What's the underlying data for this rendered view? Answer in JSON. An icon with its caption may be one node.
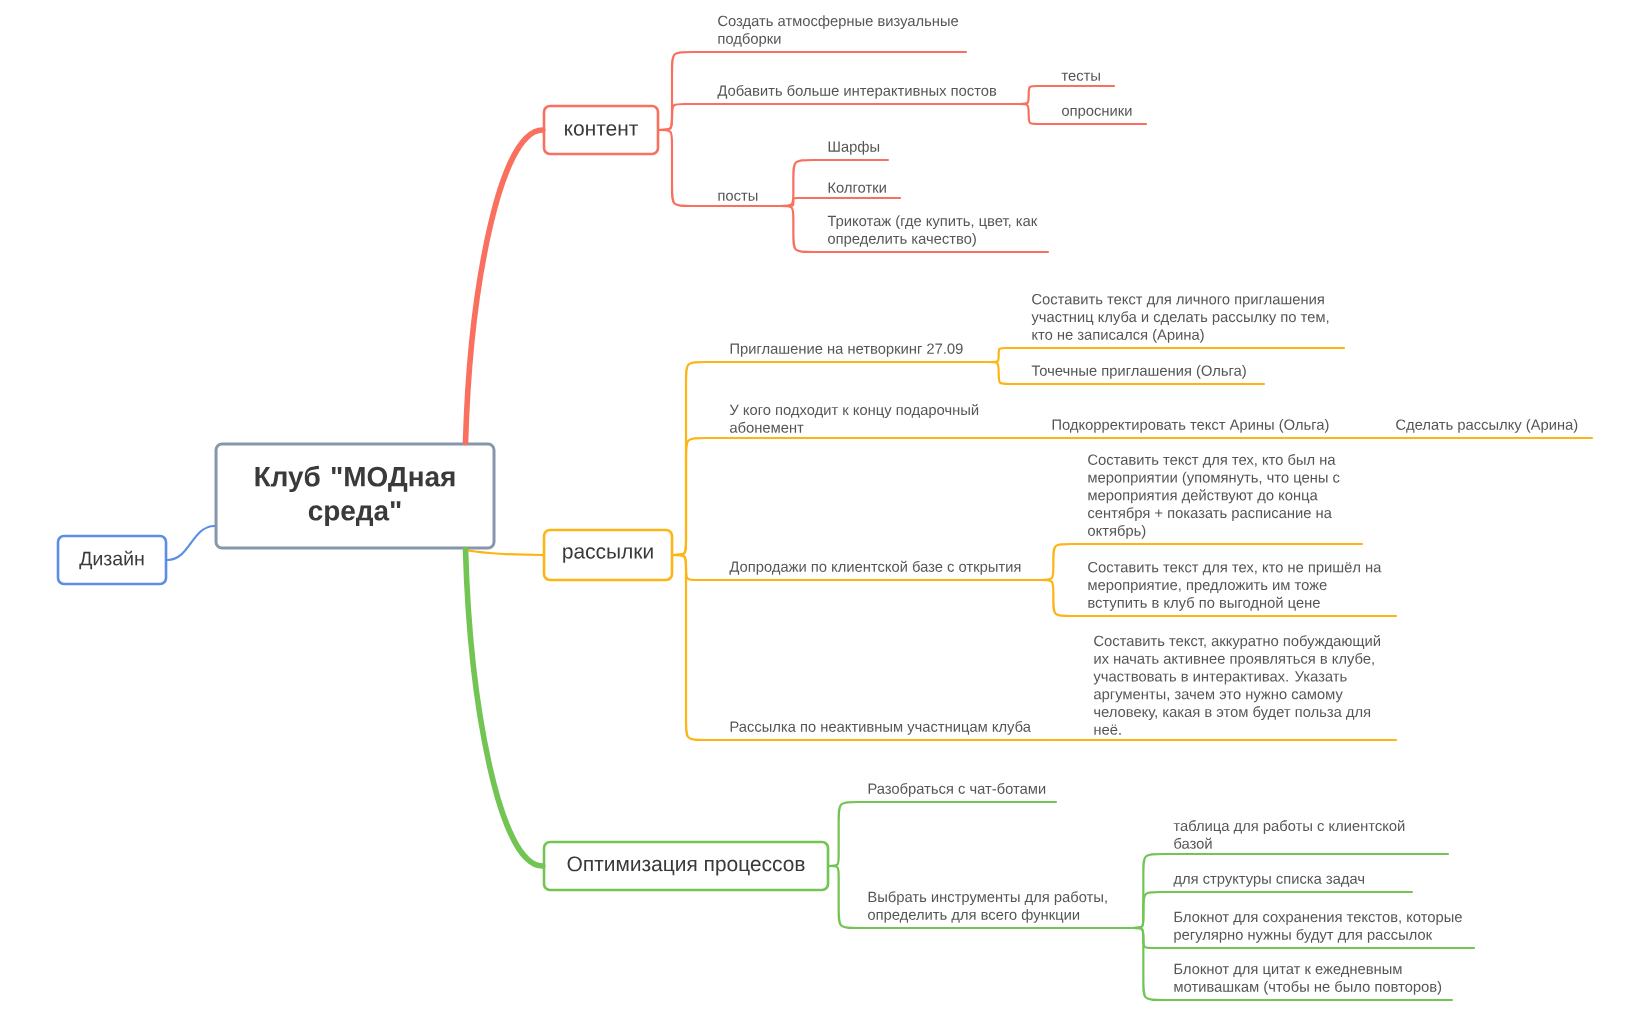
{
  "diagram": {
    "nodes": [
      {
        "text": [
          "Клуб \"МОДная среда\""
        ]
      },
      {
        "text": [
          "Дизайн"
        ]
      },
      {
        "text": [
          "контент"
        ]
      },
      {
        "text": [
          "Создать атмосферные визуальные подборки"
        ]
      },
      {
        "text": [
          "Добавить больше интерактивных постов"
        ]
      },
      {
        "text": [
          "тесты"
        ]
      },
      {
        "text": [
          "опросники"
        ]
      },
      {
        "text": [
          "посты"
        ]
      },
      {
        "text": [
          "Шарфы"
        ]
      },
      {
        "text": [
          "Колготки"
        ]
      },
      {
        "text": [
          "Трикотаж (где купить, цвет, как определить качество)"
        ]
      },
      {
        "text": [
          "рассылки"
        ]
      },
      {
        "text": [
          "Приглашение на нетворкинг 27.09"
        ]
      },
      {
        "text": [
          "Составить текст для личного приглашения участниц клуба и сделать рассылку по тем, кто не записался (Арина)"
        ]
      },
      {
        "text": [
          "Точечные приглашения (Ольга)"
        ]
      },
      {
        "text": [
          "У кого подходит к концу подарочный абонемент"
        ]
      },
      {
        "text": [
          "Подкорректировать текст Арины (Ольга)"
        ]
      },
      {
        "text": [
          "Сделать рассылку (Арина)"
        ]
      },
      {
        "text": [
          "Допродажи по клиентской базе с открытия"
        ]
      },
      {
        "text": [
          "Составить текст для тех, кто был на мероприятии (упомянуть, что цены с мероприятия действуют до конца сентября + показать расписание на октябрь)"
        ]
      },
      {
        "text": [
          "Составить текст для тех, кто не пришёл на мероприятие, предложить им тоже вступить в клуб по выгодной цене"
        ]
      },
      {
        "text": [
          "Рассылка по неактивным участницам клуба"
        ]
      },
      {
        "text": [
          "Составить текст, аккуратно побуждающий их начать активнее проявляться в клубе, участвовать в интерактивах. Указать аргументы, зачем это нужно самому человеку, какая в этом будет польза для неё."
        ]
      },
      {
        "text": [
          "Оптимизация процессов"
        ]
      },
      {
        "text": [
          "Разобраться с чат-ботами"
        ]
      },
      {
        "text": [
          "Выбрать инструменты для работы, определить для всего функции"
        ]
      },
      {
        "text": [
          "таблица для работы с клиентской базой"
        ]
      },
      {
        "text": [
          "для структуры списка задач"
        ]
      },
      {
        "text": [
          "Блокнот для сохранения текстов, которые регулярно нужны будут для рассылок"
        ]
      },
      {
        "text": [
          "Блокнот для цитат к ежедневным мотивашкам (чтобы не было повторов)"
        ]
      }
    ],
    "edges": [
      {
        "from": 0,
        "to": 1,
        "arrow": "none",
        "color": "#5b8ee6"
      },
      {
        "from": 0,
        "to": 2,
        "arrow": "none",
        "style": "thick",
        "color": "#f9705f"
      },
      {
        "from": 0,
        "to": 11,
        "arrow": "none"
      },
      {
        "from": 0,
        "to": 23,
        "arrow": "none",
        "style": "thick",
        "color": "#72c453"
      },
      {
        "from": 2,
        "to": 3,
        "arrow": "none",
        "color": "#f9705f"
      },
      {
        "from": 2,
        "to": 4,
        "arrow": "none",
        "color": "#f9705f"
      },
      {
        "from": 2,
        "to": 7,
        "arrow": "none",
        "color": "#f9705f"
      },
      {
        "from": 4,
        "to": 5,
        "arrow": "none",
        "color": "#f9705f"
      },
      {
        "from": 4,
        "to": 6,
        "arrow": "none",
        "color": "#f9705f"
      },
      {
        "from": 7,
        "to": 8,
        "arrow": "none",
        "color": "#f9705f"
      },
      {
        "from": 7,
        "to": 9,
        "arrow": "none",
        "color": "#f9705f"
      },
      {
        "from": 7,
        "to": 10,
        "arrow": "none",
        "color": "#f9705f"
      },
      {
        "from": 11,
        "to": 12,
        "arrow": "none"
      },
      {
        "from": 11,
        "to": 15,
        "arrow": "none"
      },
      {
        "from": 11,
        "to": 18,
        "arrow": "none"
      },
      {
        "from": 11,
        "to": 21,
        "arrow": "none"
      },
      {
        "from": 12,
        "to": 13,
        "arrow": "none"
      },
      {
        "from": 12,
        "to": 14,
        "arrow": "none"
      },
      {
        "from": 15,
        "to": 16,
        "arrow": "none"
      },
      {
        "from": 16,
        "to": 17,
        "arrow": "none"
      },
      {
        "from": 18,
        "to": 19,
        "arrow": "none"
      },
      {
        "from": 18,
        "to": 20,
        "arrow": "none"
      },
      {
        "from": 21,
        "to": 22,
        "arrow": "none"
      },
      {
        "from": 23,
        "to": 24,
        "arrow": "none",
        "color": "#72c453"
      },
      {
        "from": 23,
        "to": 25,
        "arrow": "none",
        "color": "#72c453"
      },
      {
        "from": 25,
        "to": 26,
        "arrow": "none",
        "color": "#72c453"
      },
      {
        "from": 25,
        "to": 27,
        "arrow": "none",
        "color": "#72c453"
      },
      {
        "from": 25,
        "to": 28,
        "arrow": "none",
        "color": "#72c453"
      },
      {
        "from": 25,
        "to": 29,
        "arrow": "none",
        "color": "#72c453"
      }
    ]
  }
}
